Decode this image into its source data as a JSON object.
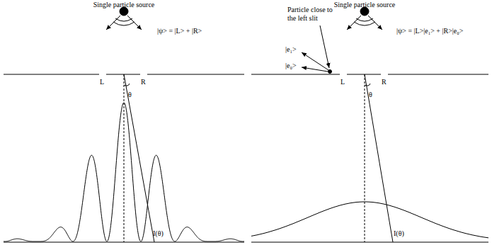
{
  "diagram": {
    "labels": [
      "Single particle source",
      "|ψ> = |L> + |R>",
      "L",
      "R",
      "θ",
      "I(θ)",
      "Single particle source",
      "Particle close to the left slit",
      "|e₁>",
      "|ψ> = |L>|e₁> + |R>|e₀>",
      "|e₀>",
      "L",
      "R",
      "θ",
      "I(θ)"
    ]
  }
}
